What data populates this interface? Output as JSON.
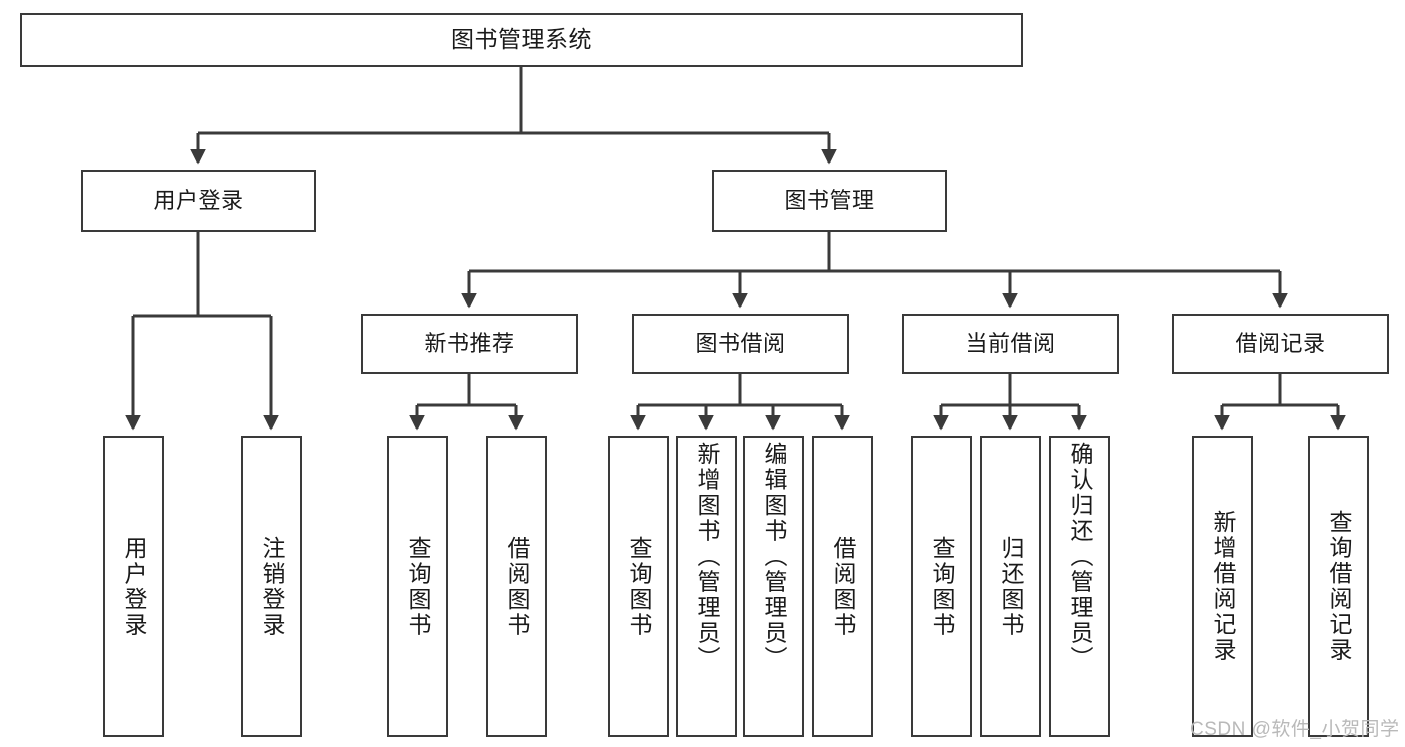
{
  "diagram": {
    "title": "图书管理系统",
    "type": "tree",
    "watermark": "CSDN @软件_小贺同学",
    "colors": {
      "box_border": "#3a3a3a",
      "box_fill": "#ffffff",
      "edge": "#3a3a3a",
      "text": "#1a1a1a",
      "watermark": "#b9b9b9"
    },
    "nodes": {
      "root": {
        "label": "图书管理系统"
      },
      "level2": [
        {
          "id": "user_login",
          "label": "用户登录"
        },
        {
          "id": "book_manage",
          "label": "图书管理"
        }
      ],
      "level3": [
        {
          "id": "new_book_rec",
          "label": "新书推荐"
        },
        {
          "id": "book_borrow",
          "label": "图书借阅"
        },
        {
          "id": "current_borrow",
          "label": "当前借阅"
        },
        {
          "id": "borrow_record",
          "label": "借阅记录"
        }
      ],
      "leaves": {
        "user_login": [
          {
            "id": "leaf_user_login",
            "label": "用户登录",
            "align": "center"
          },
          {
            "id": "leaf_logout",
            "label": "注销登录",
            "align": "center"
          }
        ],
        "new_book_rec": [
          {
            "id": "leaf_query_book_1",
            "label": "查询图书",
            "align": "center"
          },
          {
            "id": "leaf_borrow_book_1",
            "label": "借阅图书",
            "align": "center"
          }
        ],
        "book_borrow": [
          {
            "id": "leaf_query_book_2",
            "label": "查询图书",
            "align": "center"
          },
          {
            "id": "leaf_add_book",
            "label": "新增图书（管理员）",
            "align": "top"
          },
          {
            "id": "leaf_edit_book",
            "label": "编辑图书（管理员）",
            "align": "top"
          },
          {
            "id": "leaf_borrow_book_2",
            "label": "借阅图书",
            "align": "center"
          }
        ],
        "current_borrow": [
          {
            "id": "leaf_query_book_3",
            "label": "查询图书",
            "align": "center"
          },
          {
            "id": "leaf_return_book",
            "label": "归还图书",
            "align": "center"
          },
          {
            "id": "leaf_confirm_return",
            "label": "确认归还（管理员）",
            "align": "top"
          }
        ],
        "borrow_record": [
          {
            "id": "leaf_add_record",
            "label": "新增借阅记录",
            "align": "center"
          },
          {
            "id": "leaf_query_record",
            "label": "查询借阅记录",
            "align": "center"
          }
        ]
      }
    }
  }
}
